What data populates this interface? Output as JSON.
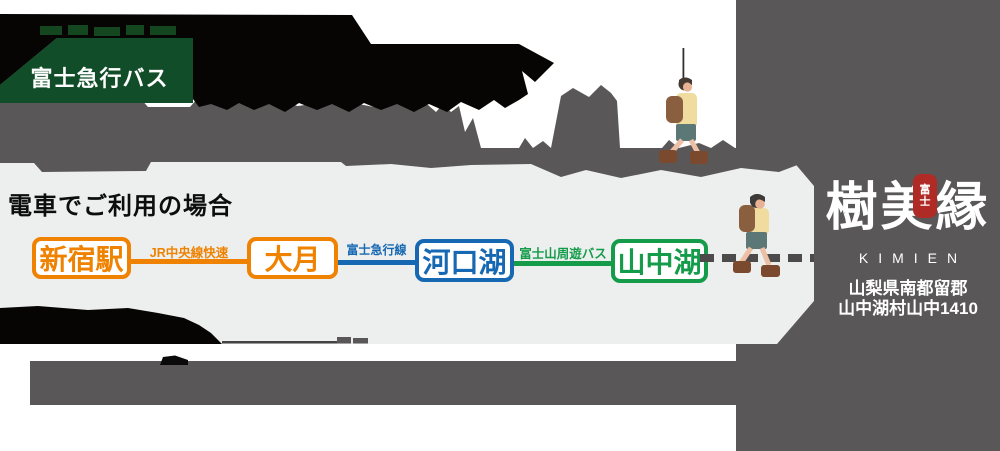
{
  "bus_section": {
    "ribbon_label": "富士急行バス"
  },
  "train_section": {
    "heading": "電車でご利用の場合",
    "stations": [
      {
        "label": "新宿駅",
        "color": "#ef8200"
      },
      {
        "label": "大月",
        "color": "#ef8200"
      },
      {
        "label": "河口湖",
        "color": "#1668b3"
      },
      {
        "label": "山中湖",
        "color": "#159c4b"
      }
    ],
    "lines": [
      {
        "label": "JR中央線快速",
        "color": "#ef8200"
      },
      {
        "label": "富士急行線",
        "color": "#1668b3"
      },
      {
        "label": "富士山周遊バス",
        "color": "#159c4b"
      }
    ]
  },
  "brand": {
    "logo_text": "樹美縁",
    "logo_roman": "KIMIEN",
    "seal_top": "富",
    "seal_bottom": "士",
    "address_line1": "山梨県南都留郡",
    "address_line2": "山中湖村山中1410"
  },
  "colors": {
    "panel_gray": "#595757",
    "band_gray": "#edefee",
    "ribbon_green": "#114d28",
    "jr_orange": "#ef8200",
    "fujikyu_blue": "#1668b3",
    "bus_green": "#159c4b",
    "seal_red": "#b02a26",
    "blob_black": "#070503"
  }
}
